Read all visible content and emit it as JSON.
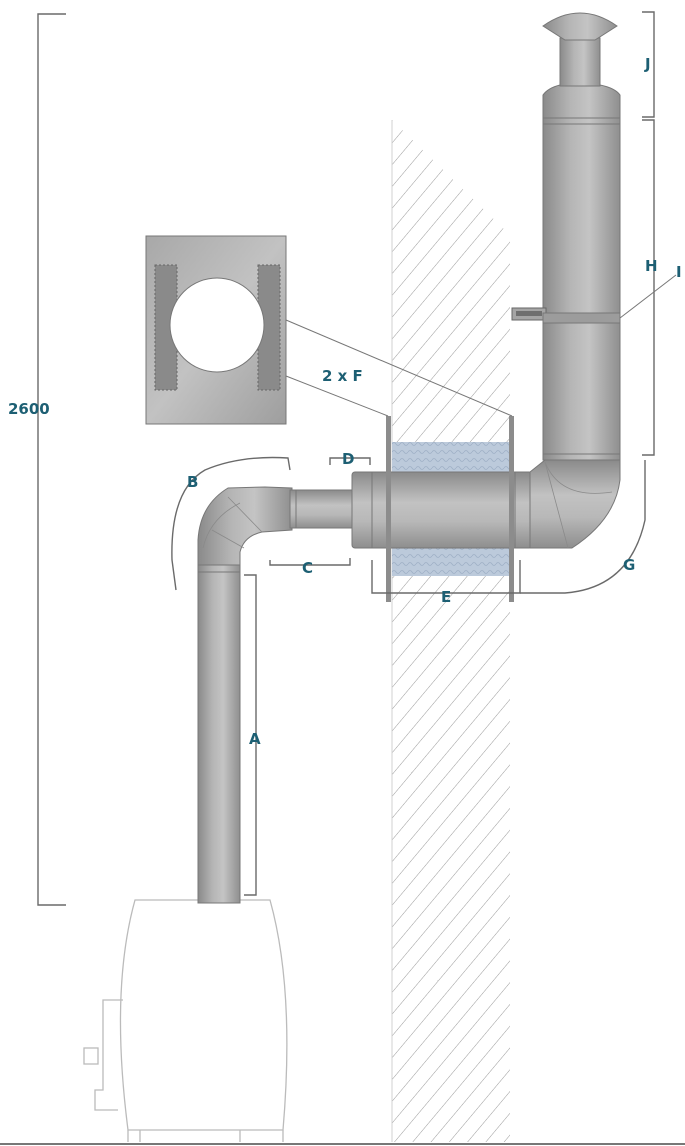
{
  "labels": {
    "total_height": "2600",
    "a": "A",
    "b": "B",
    "c": "C",
    "d": "D",
    "e": "E",
    "f": "2 x F",
    "g": "G",
    "h": "H",
    "i": "I",
    "j": "J"
  },
  "colors": {
    "label": "#1d5f73",
    "pipe_dark": "#7f7f7f",
    "pipe_light": "#c9c9c9",
    "hatch": "#9a9a9a",
    "insulation": "#b8c6d8"
  }
}
